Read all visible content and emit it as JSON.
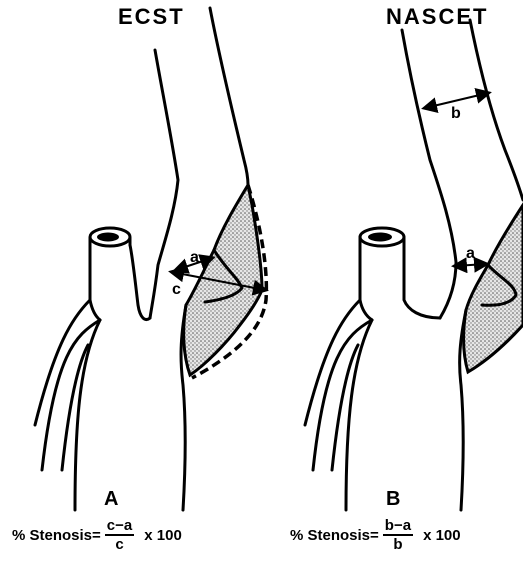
{
  "panels": [
    {
      "title": "ECST",
      "letter": "A",
      "labels": {
        "a": "a",
        "c": "c"
      },
      "formula": {
        "prefix": "% Stenosis",
        "numerator": "c−a",
        "denominator": "c",
        "suffix": "x  100"
      }
    },
    {
      "title": "NASCET",
      "letter": "B",
      "labels": {
        "a": "a",
        "b": "b"
      },
      "formula": {
        "prefix": "% Stenosis",
        "numerator": "b−a",
        "denominator": "b",
        "suffix": "x  100"
      }
    }
  ]
}
